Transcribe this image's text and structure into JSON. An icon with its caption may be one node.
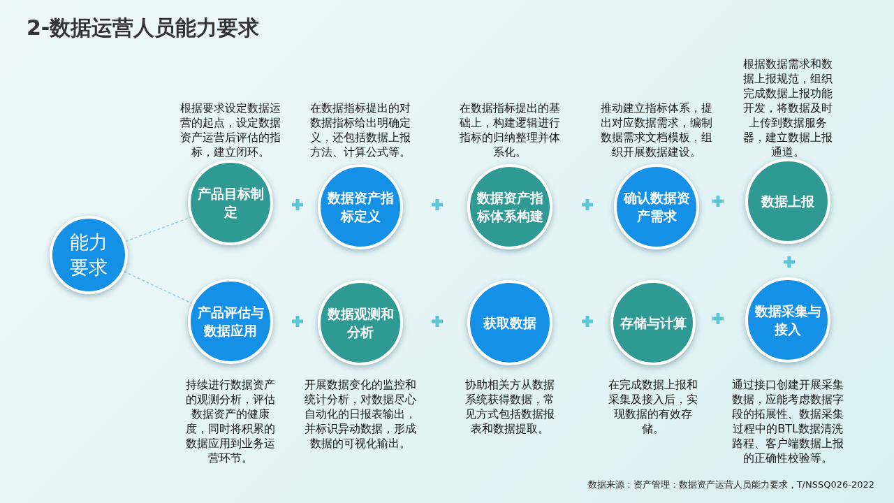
{
  "diagram": {
    "title": "2-数据运营人员能力要求",
    "caption": "数据来源：资产管理：数据资产运营人员能力要求，T/NSSQ026-2022",
    "nodes": [
      {
        "text": [
          "能力要求"
        ]
      },
      {
        "text": [
          "产品目标制定"
        ],
        "beside": [
          "根据要求设定数据运营的起点，设定数据资产运营后评估的指标，建立闭环。"
        ]
      },
      {
        "text": [
          "数据资产指标定义"
        ],
        "beside": [
          "在数据指标提出的对数据指标给出明确定义，还包括数据上报方法、计算公式等。"
        ]
      },
      {
        "text": [
          "数据资产指标体系构建"
        ],
        "beside": [
          "在数据指标提出的基础上，构建逻辑进行指标的归纳整理并体系化。"
        ]
      },
      {
        "text": [
          "确认数据资产需求"
        ],
        "beside": [
          "推动建立指标体系，提出对应数据需求，编制数据需求文档模板，组织开展数据建设。"
        ]
      },
      {
        "text": [
          "数据上报"
        ],
        "beside": [
          "根据数据需求和数据上报规范，组织完成数据上报功能开发，将数据及时上传到数据服务器，建立数据上报通道。"
        ]
      },
      {
        "text": [
          "产品评估与数据应用"
        ],
        "beside": [
          "持续进行数据资产的观测分析，评估数据资产的健康度，同时将积累的数据应用到业务运营环节。"
        ]
      },
      {
        "text": [
          "数据观测和分析"
        ],
        "beside": [
          "开展数据变化的监控和统计分析，对数据尽心自动化的日报表输出，并标识异动数据，形成数据的可视化输出。"
        ]
      },
      {
        "text": [
          "获取数据"
        ],
        "beside": [
          "协助相关方从数据系统获得数据，常见方式包括数据报表和数据提取。"
        ]
      },
      {
        "text": [
          "存储与计算"
        ],
        "beside": [
          "在完成数据上报和采集及接入后，实现数据的有效存储。"
        ]
      },
      {
        "text": [
          "数据采集与接入"
        ],
        "beside": [
          "通过接口创建开展采集数据，应能考虑数据字段的拓展性、数据采集过程中的BTL数据清洗路程、客户端数据上报的正确性校验等。"
        ]
      }
    ],
    "edges": [
      {
        "from": 0,
        "to": 1,
        "arrow": "none",
        "style": "dashed"
      },
      {
        "from": 0,
        "to": 6,
        "arrow": "none",
        "style": "dashed"
      }
    ]
  }
}
